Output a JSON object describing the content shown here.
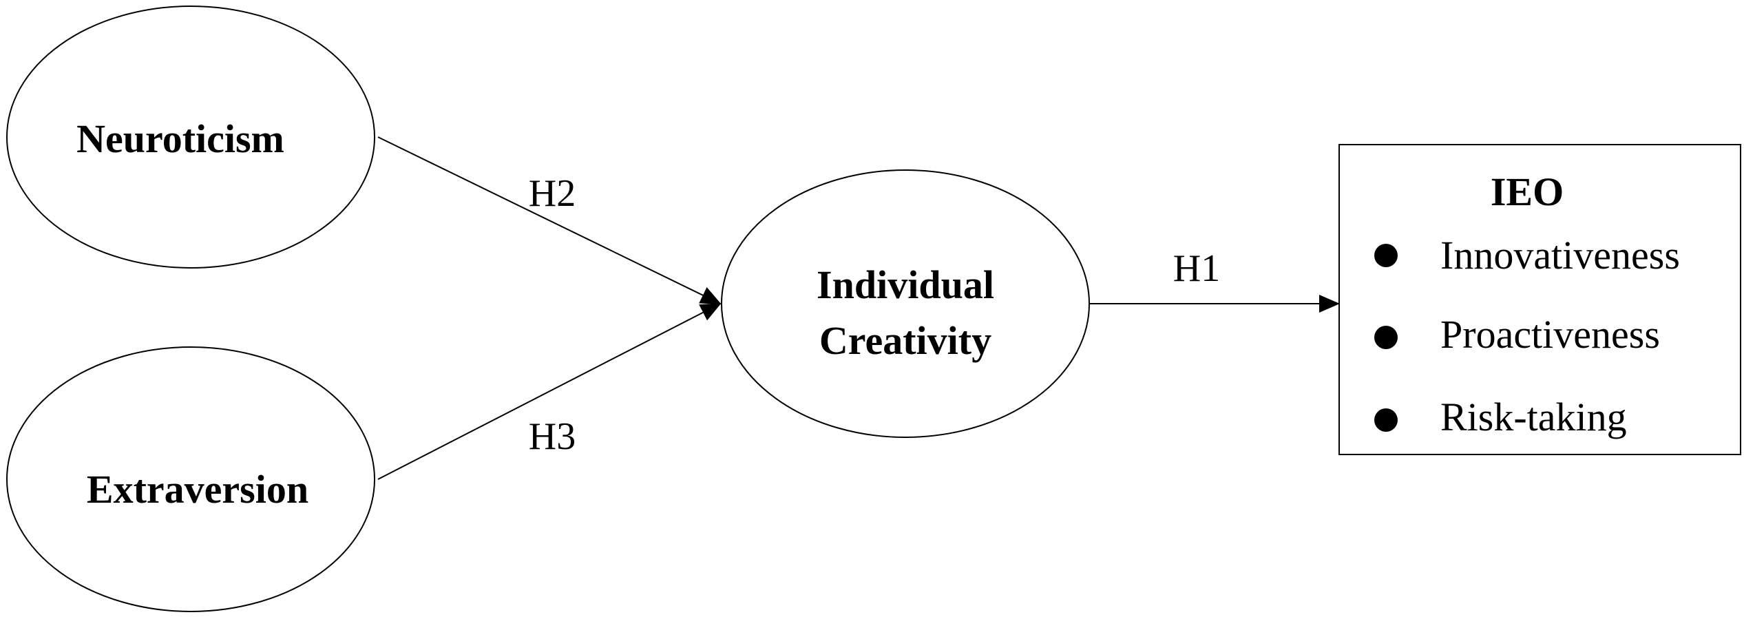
{
  "nodes": {
    "neuroticism": {
      "label": "Neuroticism"
    },
    "extraversion": {
      "label": "Extraversion"
    },
    "creativity": {
      "label_line1": "Individual",
      "label_line2": "Creativity"
    }
  },
  "edges": {
    "h1": {
      "label": "H1"
    },
    "h2": {
      "label": "H2"
    },
    "h3": {
      "label": "H3"
    }
  },
  "ieo_box": {
    "title": "IEO",
    "items": [
      "Innovativeness",
      "Proactiveness",
      "Risk-taking"
    ]
  },
  "colors": {
    "stroke": "#000000",
    "background": "#ffffff"
  }
}
